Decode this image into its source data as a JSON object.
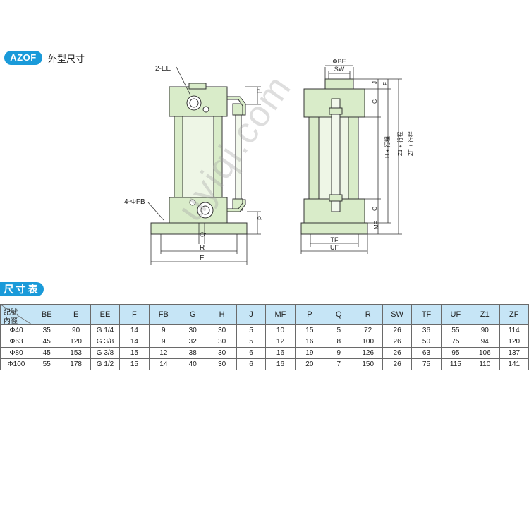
{
  "header": {
    "model_badge": "AZOF",
    "section_title": "外型尺寸"
  },
  "drawing": {
    "front_view": {
      "labels": {
        "port": "2-EE",
        "mount_holes": "4-ΦFB",
        "p_top": "P",
        "p_bottom": "P",
        "q": "Q",
        "r": "R",
        "e": "E"
      }
    },
    "side_view": {
      "labels": {
        "be": "ΦBE",
        "sw": "SW",
        "j": "J",
        "f": "F",
        "g_top": "G",
        "g_bottom": "G",
        "h": "H + 行程",
        "z1": "Z1 + 行程",
        "zf": "ZF + 行程",
        "mf": "MF",
        "tf": "TF",
        "uf": "UF"
      }
    }
  },
  "table_title": "尺寸表",
  "table": {
    "corner_top": "記號",
    "corner_bottom": "內徑",
    "columns": [
      "BE",
      "E",
      "EE",
      "F",
      "FB",
      "G",
      "H",
      "J",
      "MF",
      "P",
      "Q",
      "R",
      "SW",
      "TF",
      "UF",
      "Z1",
      "ZF"
    ],
    "rows": [
      {
        "bore": "Φ40",
        "values": [
          "35",
          "90",
          "G 1/4",
          "14",
          "9",
          "30",
          "30",
          "5",
          "10",
          "15",
          "5",
          "72",
          "26",
          "36",
          "55",
          "90",
          "114"
        ]
      },
      {
        "bore": "Φ63",
        "values": [
          "45",
          "120",
          "G 3/8",
          "14",
          "9",
          "32",
          "30",
          "5",
          "12",
          "16",
          "8",
          "100",
          "26",
          "50",
          "75",
          "94",
          "120"
        ]
      },
      {
        "bore": "Φ80",
        "values": [
          "45",
          "153",
          "G 3/8",
          "15",
          "12",
          "38",
          "30",
          "6",
          "16",
          "19",
          "9",
          "126",
          "26",
          "63",
          "95",
          "106",
          "137"
        ]
      },
      {
        "bore": "Φ100",
        "values": [
          "55",
          "178",
          "G 1/2",
          "15",
          "14",
          "40",
          "30",
          "6",
          "16",
          "20",
          "7",
          "150",
          "26",
          "75",
          "115",
          "110",
          "141"
        ]
      }
    ]
  },
  "watermark": "uyiqi.com",
  "colors": {
    "accent": "#1a9ad9",
    "header_fill": "#c6e5f6",
    "part_fill": "#d9ecc9",
    "outline": "#333333"
  }
}
